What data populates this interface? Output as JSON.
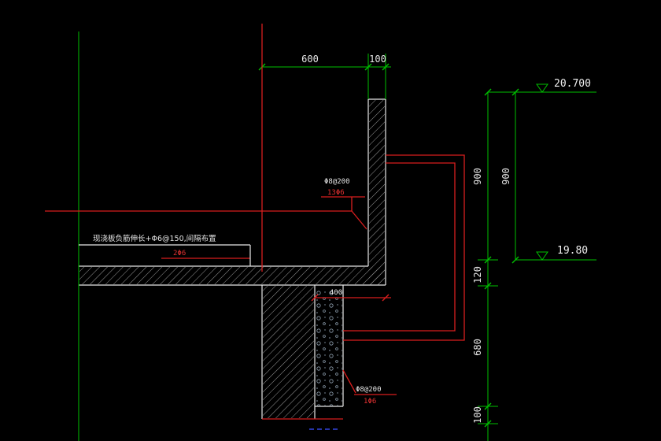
{
  "canvas": {
    "background": "#000000"
  },
  "colors": {
    "line_green": "#00c000",
    "line_red": "#d81e1e",
    "line_white": "#e8e8e8",
    "line_blue": "#3344e0",
    "hatch_gray": "#a8a8a8"
  },
  "dimensions": {
    "top_600": "600",
    "top_100": "100",
    "right_900_inner": "900",
    "right_900_outer": "900",
    "right_120": "120",
    "right_680": "680",
    "right_100": "100",
    "width_400": "400"
  },
  "elevations": {
    "upper": "20.700",
    "lower": "19.80"
  },
  "annotations": {
    "upper_rebar": "Φ8@200",
    "upper_rebar_count": "13Φ6",
    "slab_note": "现浇板负筋伸长+Φ6@150,间隔布置",
    "slab_note_count": "2Φ6",
    "lower_rebar": "Φ8@200",
    "lower_rebar_count": "1Φ6"
  }
}
